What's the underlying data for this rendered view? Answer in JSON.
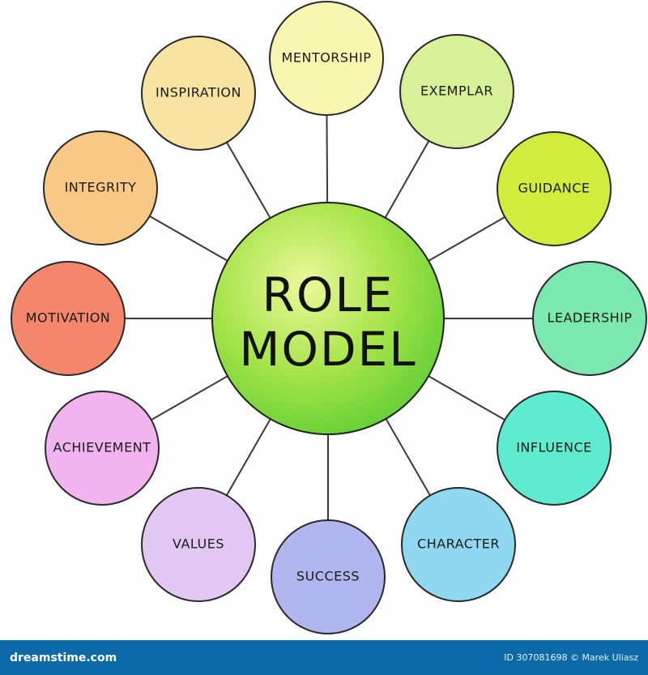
{
  "center": {
    "line1": "ROLE",
    "line2": "MODEL",
    "color": "#7fd93a"
  },
  "nodes": [
    {
      "id": "mentorship",
      "label": "MENTORSHIP",
      "color": "#f7f7b2"
    },
    {
      "id": "exemplar",
      "label": "EXEMPLAR",
      "color": "#d8f097"
    },
    {
      "id": "guidance",
      "label": "GUIDANCE",
      "color": "#d2ec3e"
    },
    {
      "id": "leadership",
      "label": "LEADERSHIP",
      "color": "#7be8b0"
    },
    {
      "id": "influence",
      "label": "INFLUENCE",
      "color": "#5eebd0"
    },
    {
      "id": "character",
      "label": "CHARACTER",
      "color": "#8fd8ef"
    },
    {
      "id": "success",
      "label": "SUCCESS",
      "color": "#b2b6ee"
    },
    {
      "id": "values",
      "label": "VALUES",
      "color": "#e4c8f4"
    },
    {
      "id": "achievement",
      "label": "ACHIEVEMENT",
      "color": "#f2b4ee"
    },
    {
      "id": "motivation",
      "label": "MOTIVATION",
      "color": "#f4866b"
    },
    {
      "id": "integrity",
      "label": "INTEGRITY",
      "color": "#f8c985"
    },
    {
      "id": "inspiration",
      "label": "INSPIRATION",
      "color": "#f8e4a2"
    }
  ],
  "footer": {
    "brand": "dreamstime.com",
    "meta": "ID 307081698 © Marek Uliasz",
    "color": "#0d6aa8"
  }
}
